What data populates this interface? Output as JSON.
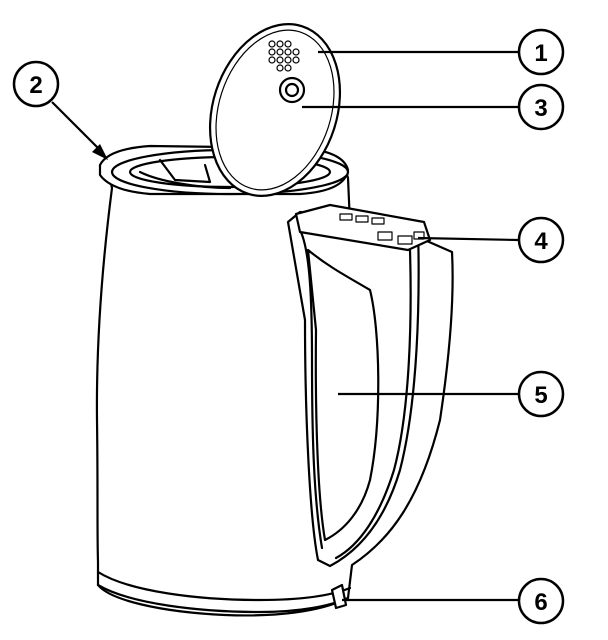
{
  "figure": {
    "subject": "kettle-parts-diagram",
    "callouts": [
      {
        "label": "1"
      },
      {
        "label": "2"
      },
      {
        "label": "3"
      },
      {
        "label": "4"
      },
      {
        "label": "5"
      },
      {
        "label": "6"
      }
    ]
  },
  "colors": {
    "line": "#000000",
    "background": "#ffffff"
  }
}
